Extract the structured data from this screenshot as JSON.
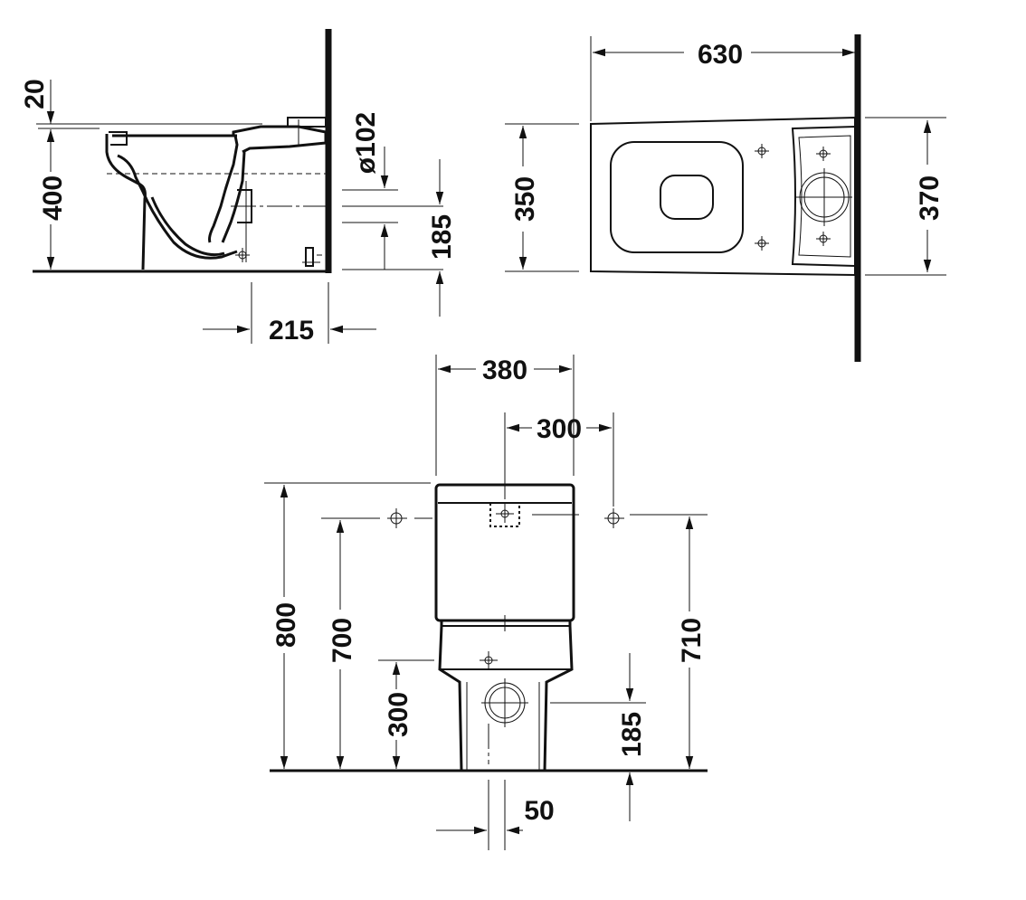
{
  "side_view": {
    "dims": {
      "seat_gap": "20",
      "height": "400",
      "pipe_diameter": "ø102",
      "outlet_height": "185",
      "outlet_distance": "215"
    }
  },
  "top_view": {
    "dims": {
      "depth": "630",
      "bowl_width": "350",
      "cistern_width": "370"
    }
  },
  "front_view": {
    "dims": {
      "width": "380",
      "fixing_spacing": "300",
      "total_height": "800",
      "fixing_height": "700",
      "bowl_fixing_height": "300",
      "right_fixing_height": "710",
      "outlet_height": "185",
      "outlet_offset": "50"
    }
  }
}
